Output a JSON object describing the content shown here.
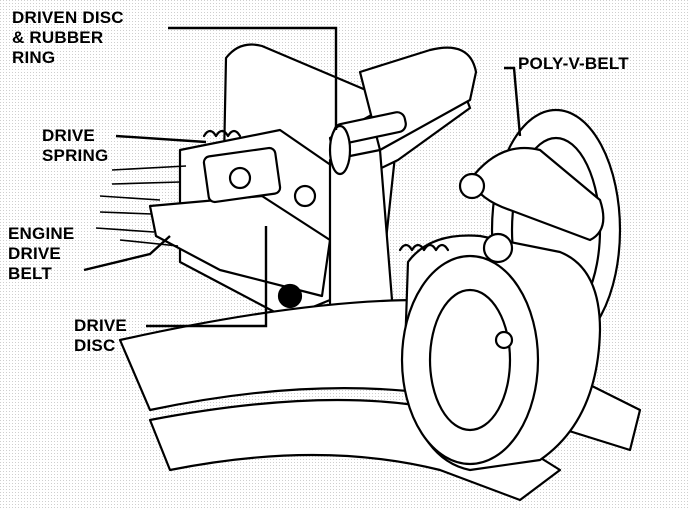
{
  "labels": {
    "driven_disc": {
      "line1": "DRIVEN DISC",
      "line2": "& RUBBER",
      "line3": "RING"
    },
    "poly_v_belt": {
      "line1": "POLY-V-BELT"
    },
    "drive_spring": {
      "line1": "DRIVE",
      "line2": "SPRING"
    },
    "engine_drive_belt": {
      "line1": "ENGINE",
      "line2": "DRIVE",
      "line3": "BELT"
    },
    "drive_disc": {
      "line1": "DRIVE",
      "line2": "DISC"
    }
  },
  "colors": {
    "ink": "#000000",
    "paper": "#ffffff",
    "stipple": "#cfcfcf"
  }
}
